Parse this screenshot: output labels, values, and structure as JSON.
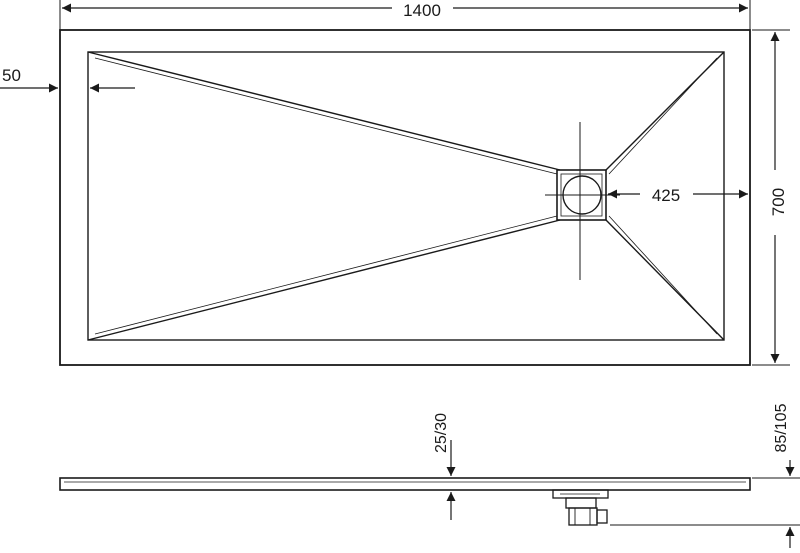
{
  "drawing": {
    "stroke_color": "#1a1a1a",
    "background": "#ffffff",
    "top_view": {
      "width_label": "1400",
      "height_label": "700",
      "rim_label": "50",
      "drain_offset_label": "425"
    },
    "side_view": {
      "thickness_label": "25/30",
      "total_height_label": "85/105"
    }
  }
}
